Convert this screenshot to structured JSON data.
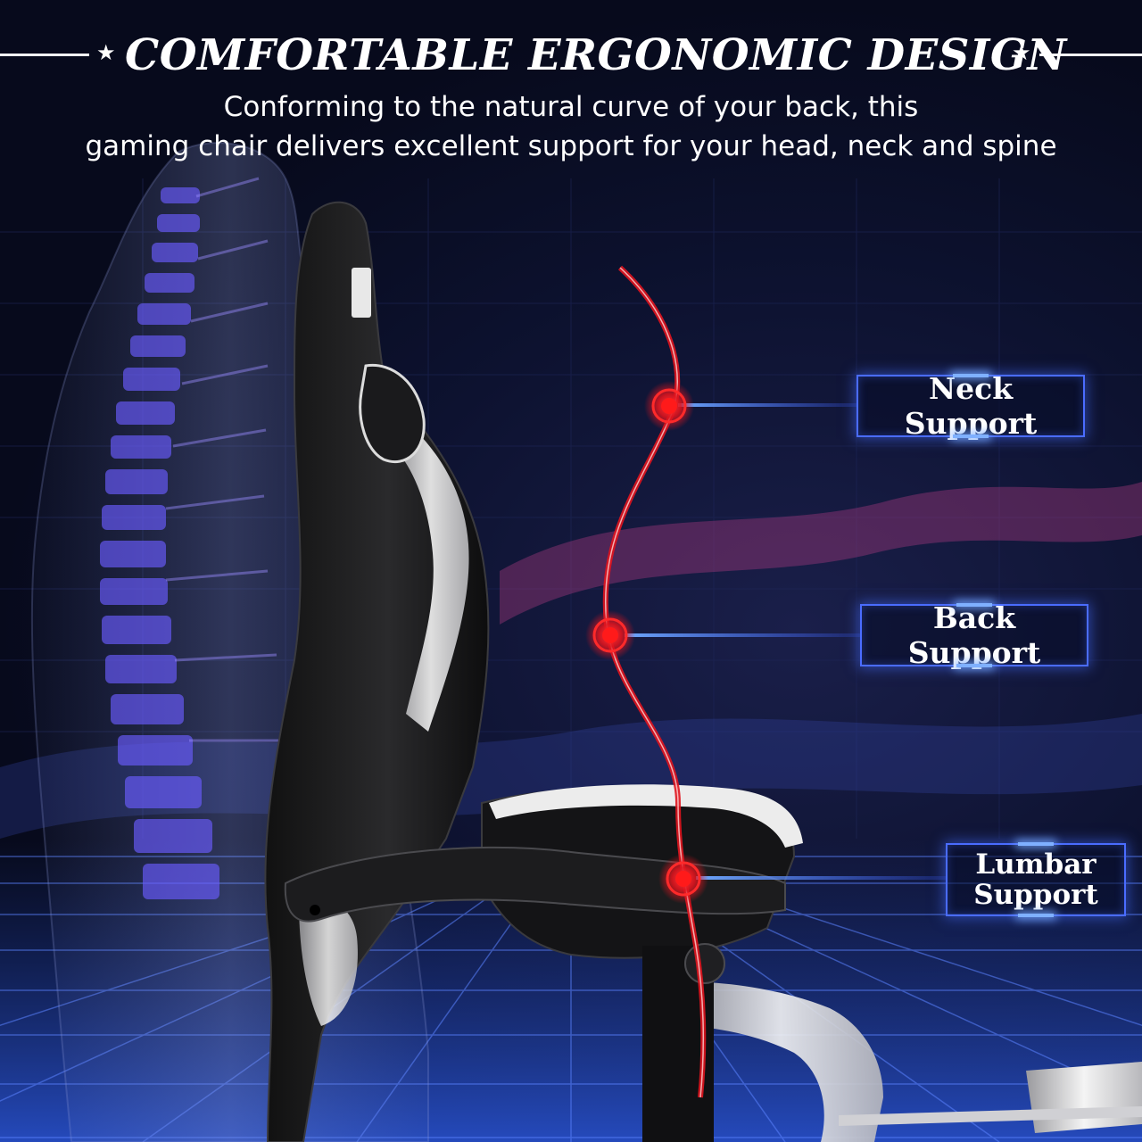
{
  "header": {
    "title": "COMFORTABLE ERGONOMIC DESIGN",
    "subtitle_line1": "Conforming to the natural curve of your back, this",
    "subtitle_line2": "gaming chair delivers excellent support for your head, neck and spine"
  },
  "callouts": {
    "neck": "Neck Support",
    "back": "Back Support",
    "lumbar_line1": "Lumbar",
    "lumbar_line2": "Support"
  },
  "icons": {
    "title_star": "star-icon",
    "support_point": "glowing-dot-icon"
  },
  "colors": {
    "background": "#0b1026",
    "accent_blue": "#4a6cff",
    "spine_red": "#e0141e",
    "text": "#ffffff"
  }
}
